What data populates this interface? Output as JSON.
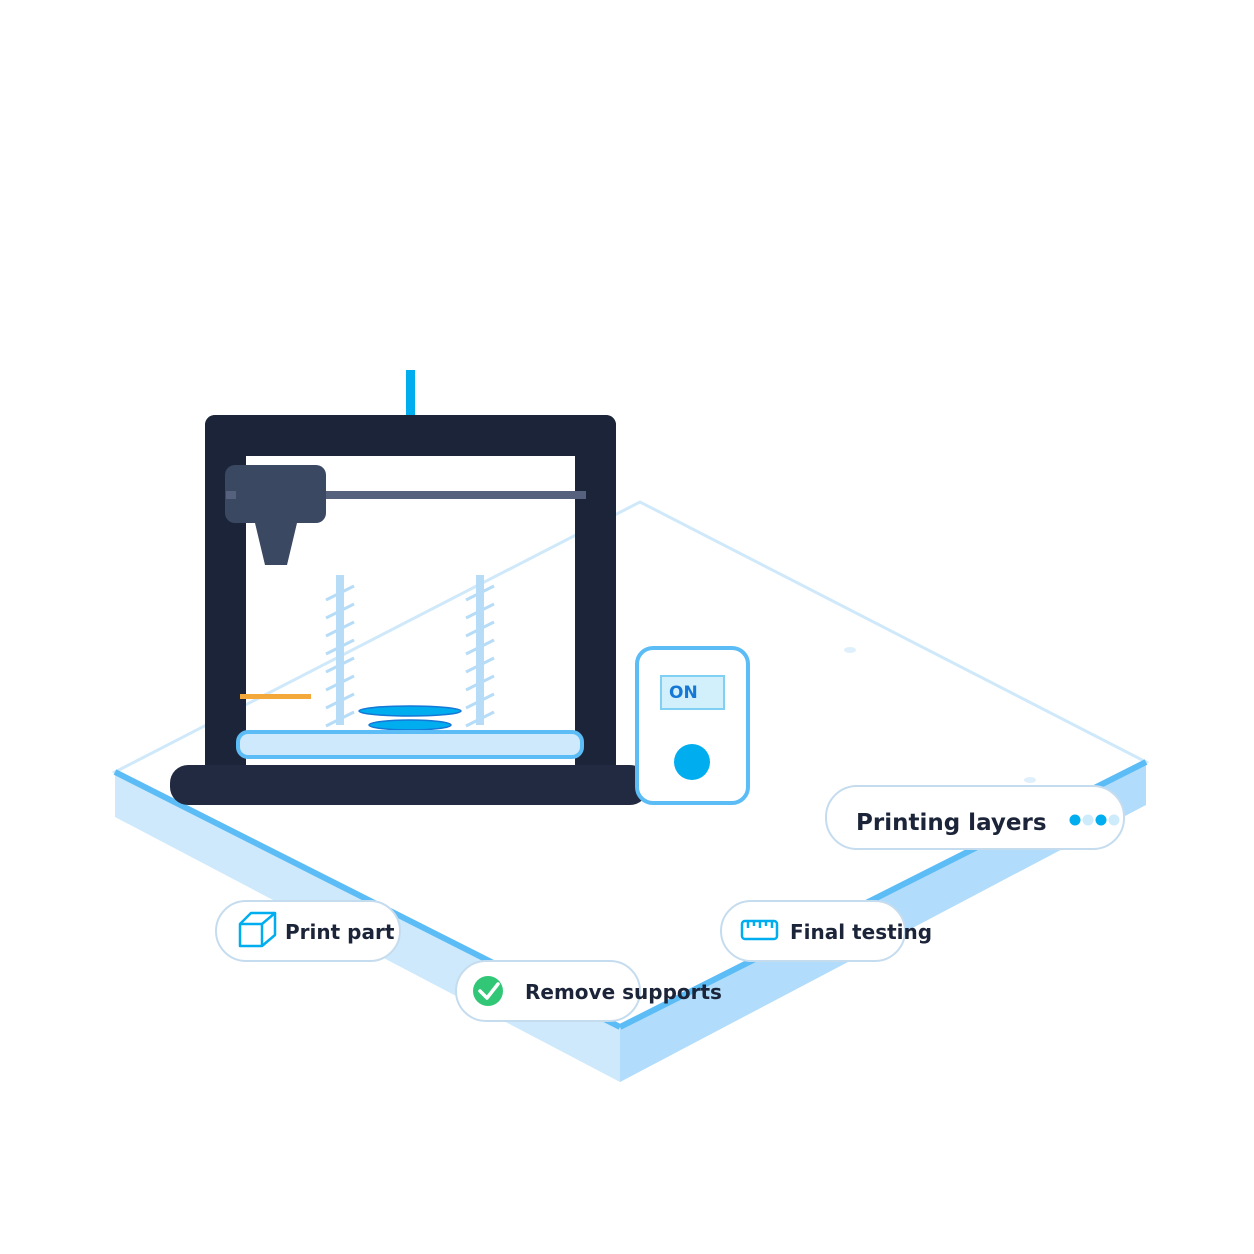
{
  "controller": {
    "screen_label": "ON"
  },
  "status": {
    "label": "Printing layers",
    "progress_dots": 4
  },
  "steps": [
    {
      "label": "Print part",
      "icon": "cube-icon"
    },
    {
      "label": "Remove supports",
      "icon": "check-circle-icon"
    },
    {
      "label": "Final testing",
      "icon": "ruler-icon"
    }
  ],
  "colors": {
    "frame": "#1b2438",
    "frame_base": "#212a40",
    "print_head": "#3b4862",
    "gantry_rail": "#56617d",
    "accent_blue": "#00aeef",
    "light_blue": "#b7dcf7",
    "bed_fill": "#cde9fb",
    "bed_stroke": "#5cbcf5",
    "platform_side_left": "#cde9fb",
    "platform_side_right": "#b2dcfb",
    "platform_edge": "#5cbcf5",
    "platform_outline": "#cfe9fa",
    "filament_orange": "#f5a83a",
    "check_green": "#31c776",
    "pill_border": "#c5dcef",
    "text_dark": "#1b2438",
    "screen_text": "#1577d6"
  }
}
